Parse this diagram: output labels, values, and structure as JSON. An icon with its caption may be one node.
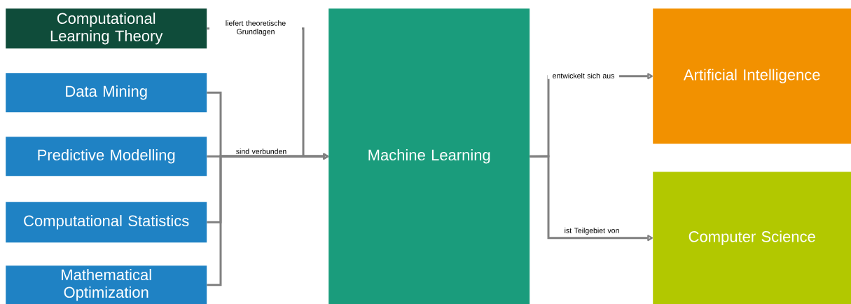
{
  "diagram": {
    "nodes": [
      {
        "text": [
          "Computational Learning Theory"
        ]
      },
      {
        "text": [
          "Data Mining"
        ]
      },
      {
        "text": [
          "Predictive Modelling"
        ]
      },
      {
        "text": [
          "Computational Statistics"
        ]
      },
      {
        "text": [
          "Mathematical Optimization"
        ]
      },
      {
        "text": [
          "Machine Learning"
        ]
      },
      {
        "text": [
          "Artificial Intelligence"
        ]
      },
      {
        "text": [
          "Computer Science"
        ]
      }
    ],
    "edges": [
      {
        "from": 0,
        "to": 5,
        "arrow": "to",
        "label": "liefert theoretische Grundlagen"
      },
      {
        "from": 1,
        "to": 5,
        "arrow": "to"
      },
      {
        "from": 2,
        "to": 5,
        "arrow": "to",
        "label": "sind verbunden"
      },
      {
        "from": 3,
        "to": 5,
        "arrow": "to"
      },
      {
        "from": 4,
        "to": 5,
        "arrow": "to"
      },
      {
        "from": 5,
        "to": 6,
        "arrow": "to",
        "label": "entwickelt sich aus"
      },
      {
        "from": 5,
        "to": 7,
        "arrow": "to",
        "label": "ist Teilgebiet von"
      }
    ]
  }
}
